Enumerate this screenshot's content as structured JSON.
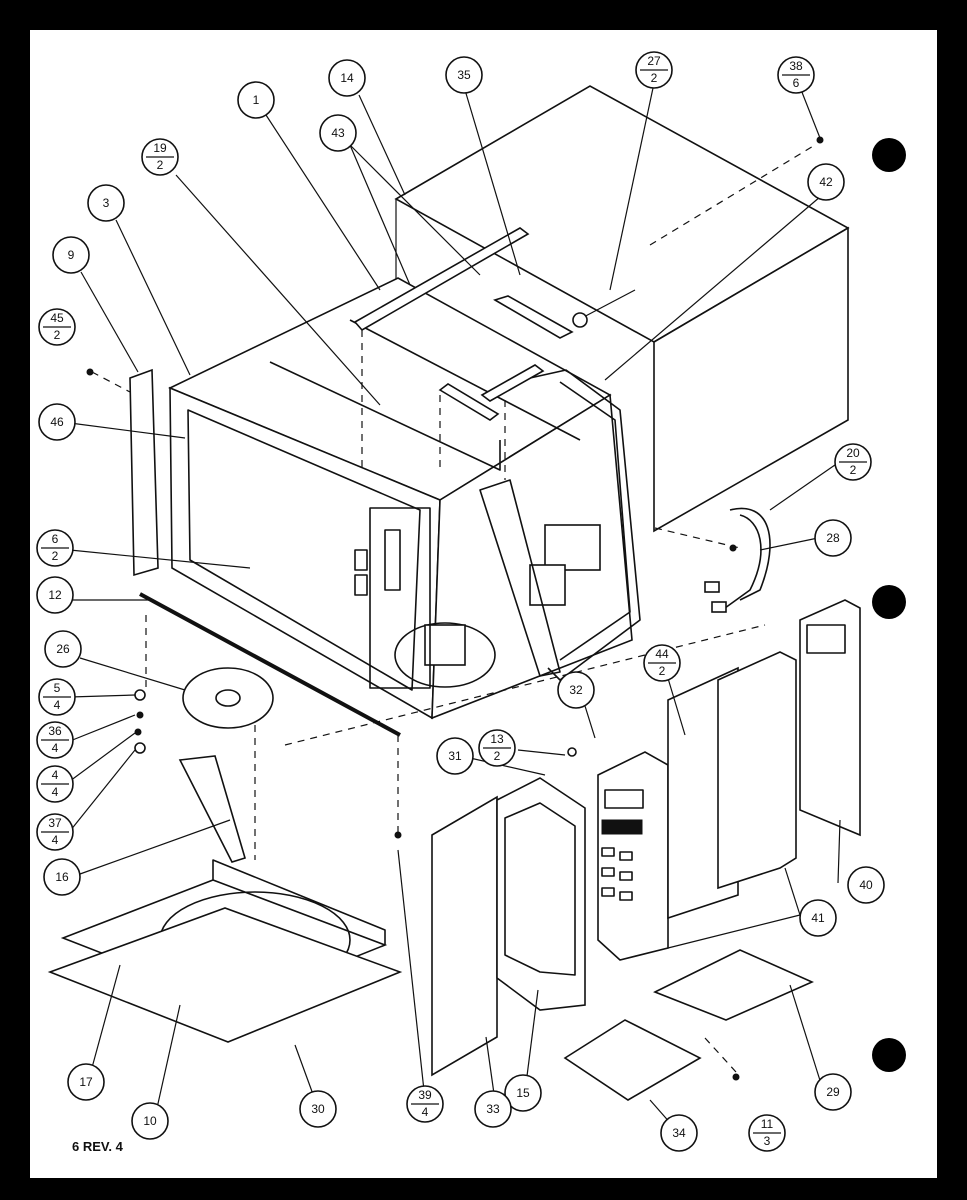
{
  "footer": {
    "label": "6 REV. 4"
  },
  "callouts": [
    {
      "id": "c-1",
      "number": "1"
    },
    {
      "id": "c-3",
      "number": "3"
    },
    {
      "id": "c-9",
      "number": "9"
    },
    {
      "id": "c-10",
      "number": "10"
    },
    {
      "id": "c-12",
      "number": "12"
    },
    {
      "id": "c-14",
      "number": "14"
    },
    {
      "id": "c-15",
      "number": "15"
    },
    {
      "id": "c-16",
      "number": "16"
    },
    {
      "id": "c-17",
      "number": "17"
    },
    {
      "id": "c-19",
      "number": "19",
      "qty": "2"
    },
    {
      "id": "c-20",
      "number": "20",
      "qty": "2"
    },
    {
      "id": "c-26",
      "number": "26"
    },
    {
      "id": "c-27",
      "number": "27",
      "qty": "2"
    },
    {
      "id": "c-28",
      "number": "28"
    },
    {
      "id": "c-29",
      "number": "29"
    },
    {
      "id": "c-30",
      "number": "30"
    },
    {
      "id": "c-31",
      "number": "31"
    },
    {
      "id": "c-32",
      "number": "32"
    },
    {
      "id": "c-33",
      "number": "33"
    },
    {
      "id": "c-34",
      "number": "34"
    },
    {
      "id": "c-35",
      "number": "35"
    },
    {
      "id": "c-38",
      "number": "38",
      "qty": "6"
    },
    {
      "id": "c-39",
      "number": "39",
      "qty": "4"
    },
    {
      "id": "c-40",
      "number": "40"
    },
    {
      "id": "c-41",
      "number": "41"
    },
    {
      "id": "c-42",
      "number": "42"
    },
    {
      "id": "c-43",
      "number": "43"
    },
    {
      "id": "c-44",
      "number": "44",
      "qty": "2"
    },
    {
      "id": "c-45",
      "number": "45",
      "qty": "2"
    },
    {
      "id": "c-46",
      "number": "46"
    },
    {
      "id": "c-6",
      "number": "6",
      "qty": "2"
    },
    {
      "id": "c-5",
      "number": "5",
      "qty": "4"
    },
    {
      "id": "c-36",
      "number": "36",
      "qty": "4"
    },
    {
      "id": "c-4",
      "number": "4",
      "qty": "4"
    },
    {
      "id": "c-37",
      "number": "37",
      "qty": "4"
    },
    {
      "id": "c-13",
      "number": "13",
      "qty": "2"
    },
    {
      "id": "c-11",
      "number": "11",
      "qty": "3"
    }
  ]
}
